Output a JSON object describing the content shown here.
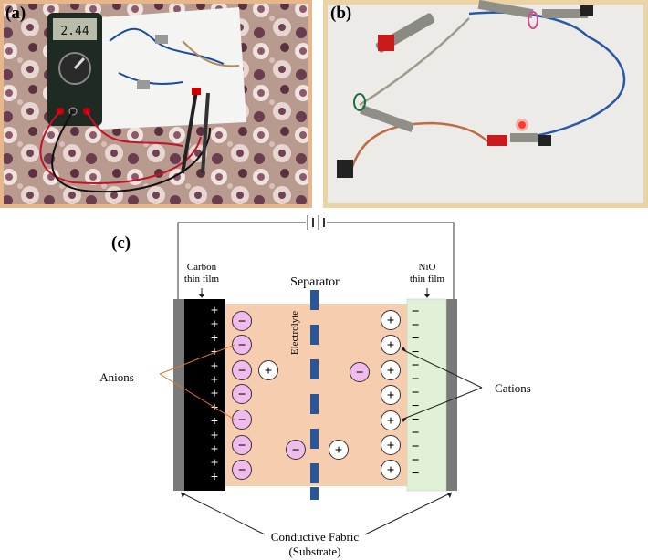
{
  "panels": {
    "a": {
      "label": "(a)",
      "multimeter_reading": "2.44"
    },
    "b": {
      "label": "(b)"
    },
    "c": {
      "label": "(c)"
    }
  },
  "diagram": {
    "left_electrode": "Carbon\nthin film",
    "right_electrode": "NiO\nthin film",
    "separator": "Separator",
    "electrolyte": "Electrolyte",
    "anions": "Anions",
    "cations": "Cations",
    "substrate": "Conductive Fabric\n(Substrate)",
    "plus": "+",
    "minus": "−"
  },
  "colors": {
    "electrolyte_fill": "#f7cdb0",
    "nio_fill": "#e1f1d8",
    "carbon_fill": "#000000",
    "substrate_fill": "#7a7a7a",
    "separator_fill": "#2a5596",
    "anion_fill": "#efbcec",
    "cation_fill": "#ffffff",
    "callout_line": "#e0762b",
    "frame_a": "#e7b78a",
    "frame_b": "#ecd3a3"
  }
}
